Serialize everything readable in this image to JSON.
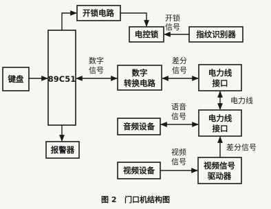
{
  "blocks": {
    "keyboard": "键盘",
    "mcu": "89C51",
    "unlock_circuit": "开锁电路",
    "electric_lock": "电控锁",
    "fingerprint": "指纹识别器",
    "digital_converter": [
      "数字",
      "转换电路"
    ],
    "plc_interface_1": [
      "电力线",
      "接口"
    ],
    "plc_interface_2": [
      "电力线",
      "接口"
    ],
    "audio_device": "音频设备",
    "video_device": "视频设备",
    "video_driver": [
      "视频信号",
      "驱动器"
    ],
    "alarm": "报警器"
  },
  "signals": {
    "unlock_signal": [
      "开锁",
      "信号"
    ],
    "digital_signal": [
      "数字",
      "信号"
    ],
    "diff_signal_1": [
      "差分",
      "信号"
    ],
    "voice_signal": [
      "语音",
      "信号"
    ],
    "powerline": "电力线",
    "video_signal": [
      "视频",
      "信号"
    ],
    "diff_signal_2": "差分信号"
  },
  "caption": "图 2   门口机结构图"
}
